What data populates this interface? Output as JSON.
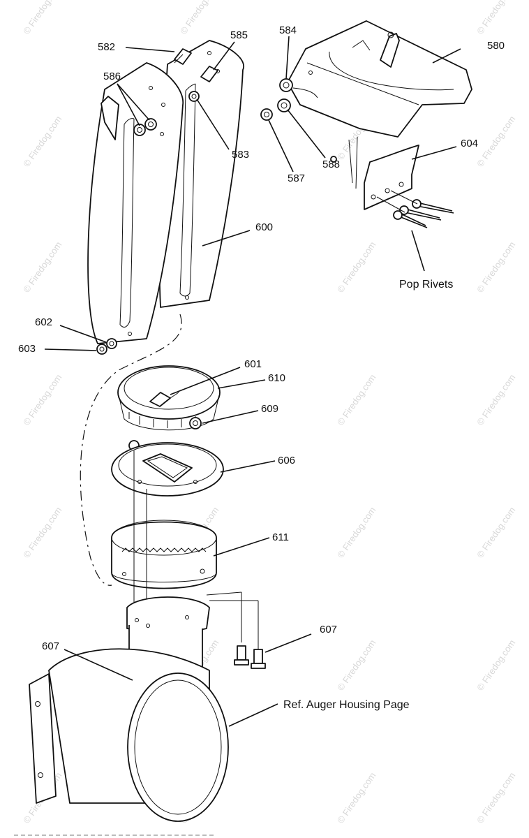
{
  "watermark": "© Firedog.com",
  "callouts": {
    "p580": "580",
    "p582": "582",
    "p583": "583",
    "p584": "584",
    "p585": "585",
    "p586": "586",
    "p587": "587",
    "p588": "588",
    "p600": "600",
    "p601": "601",
    "p602": "602",
    "p603": "603",
    "p604": "604",
    "p606": "606",
    "p607a": "607",
    "p607b": "607",
    "p609": "609",
    "p610": "610",
    "p611": "611"
  },
  "notes": {
    "pop_rivets": "Pop Rivets",
    "ref_auger": "Ref. Auger Housing Page"
  }
}
